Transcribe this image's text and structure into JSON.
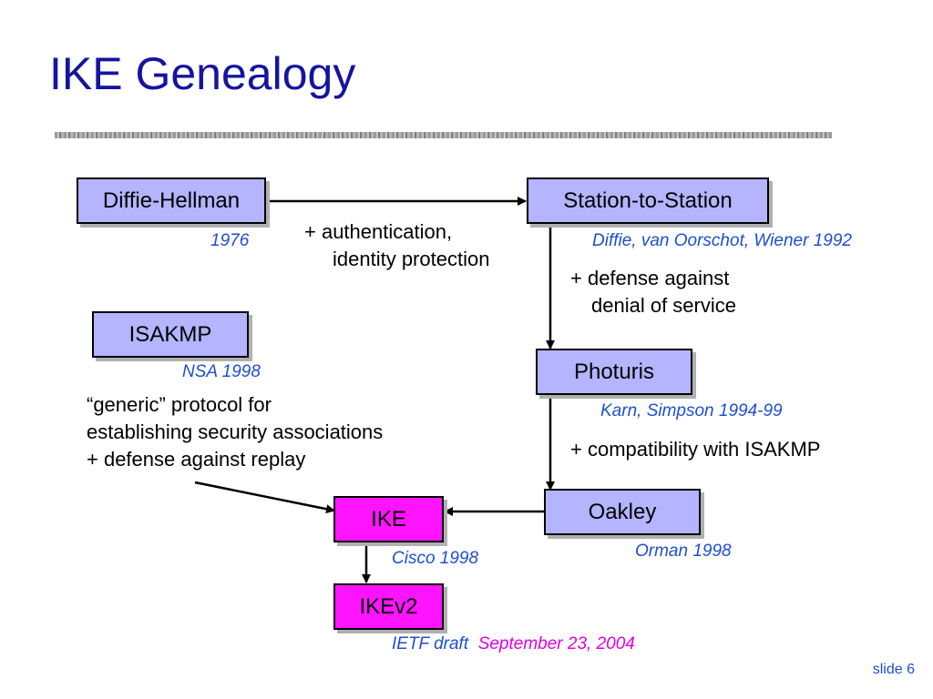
{
  "title": "IKE Genealogy",
  "boxes": {
    "diffie_hellman": "Diffie-Hellman",
    "station_to_station": "Station-to-Station",
    "isakmp": "ISAKMP",
    "photuris": "Photuris",
    "oakley": "Oakley",
    "ike": "IKE",
    "ikev2": "IKEv2"
  },
  "citations": {
    "diffie_hellman": "1976",
    "station_to_station": "Diffie, van Oorschot, Wiener  1992",
    "isakmp": "NSA  1998",
    "photuris": "Karn, Simpson  1994-99",
    "oakley": "Orman  1998",
    "ike": "Cisco  1998",
    "ikev2_source": "IETF draft",
    "ikev2_date": "September 23, 2004"
  },
  "notes": {
    "auth_line1": "+ authentication,",
    "auth_line2": "identity protection",
    "dos_line1": "+ defense against",
    "dos_line2": "denial of service",
    "compat": "+ compatibility with ISAKMP",
    "generic_line1": "“generic” protocol for",
    "generic_line2": "establishing security associations",
    "generic_line3": "+ defense against replay"
  },
  "colors": {
    "title": "#1414a0",
    "box_lavender": "#b4b4ff",
    "box_magenta": "#ff14ff",
    "citation": "#1e4fd2",
    "citation_highlight": "#e000e0"
  },
  "footer": {
    "slide": "slide 6"
  }
}
